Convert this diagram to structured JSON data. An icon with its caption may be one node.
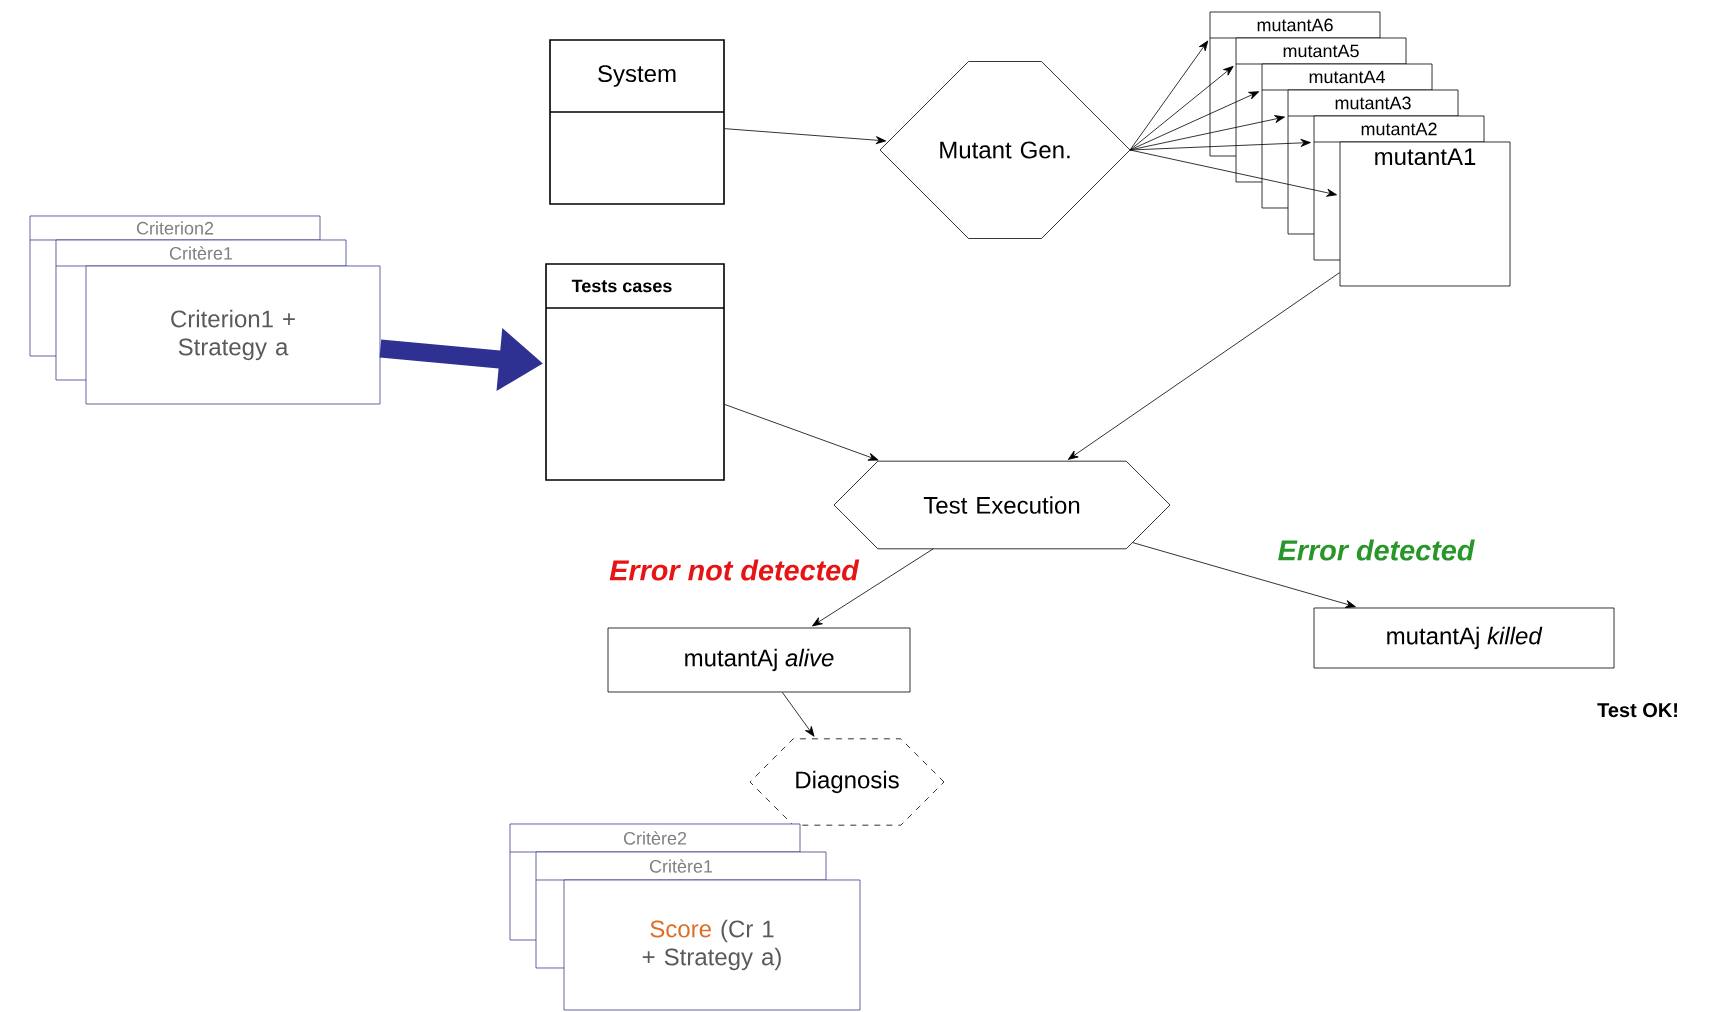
{
  "diagram": {
    "nodes": [
      {
        "text": [
          "System"
        ]
      },
      {
        "text": [
          "Mutant Gen."
        ]
      },
      {
        "text": [
          "mutantA6"
        ]
      },
      {
        "text": [
          "mutantA5"
        ]
      },
      {
        "text": [
          "mutantA4"
        ]
      },
      {
        "text": [
          "mutantA3"
        ]
      },
      {
        "text": [
          "mutantA2"
        ]
      },
      {
        "text": [
          "mutantA1"
        ]
      },
      {
        "text": [
          "Criterion2"
        ]
      },
      {
        "text": [
          "Critère1"
        ]
      },
      {
        "text": [
          "Criterion1 + Strategy a"
        ]
      },
      {
        "text": [
          "Tests cases"
        ]
      },
      {
        "text": [
          "Test Execution"
        ]
      },
      {
        "text": [
          "mutantAj *alive*"
        ]
      },
      {
        "text": [
          "mutantAj *killed*"
        ],
        "beside": [
          "Test  OK!"
        ]
      },
      {
        "text": [
          "Diagnosis"
        ]
      },
      {
        "text": [
          "Critère2"
        ]
      },
      {
        "text": [
          "Critère1"
        ]
      },
      {
        "text": [
          "Score",
          "(Cr 1 + Strategy a)"
        ]
      }
    ],
    "edges": [
      {
        "from": 0,
        "to": 1,
        "arrow": "to"
      },
      {
        "from": 1,
        "to": 2,
        "arrow": "to"
      },
      {
        "from": 1,
        "to": 3,
        "arrow": "to"
      },
      {
        "from": 1,
        "to": 4,
        "arrow": "to"
      },
      {
        "from": 1,
        "to": 5,
        "arrow": "to"
      },
      {
        "from": 1,
        "to": 6,
        "arrow": "to"
      },
      {
        "from": 1,
        "to": 7,
        "arrow": "to"
      },
      {
        "from": 10,
        "to": 11,
        "arrow": "to",
        "style": "thick",
        "color": "#2e3192"
      },
      {
        "from": 11,
        "to": 12,
        "arrow": "to"
      },
      {
        "from": 7,
        "to": 12,
        "arrow": "to"
      },
      {
        "from": 12,
        "to": 13,
        "arrow": "to"
      },
      {
        "from": 12,
        "to": 14,
        "arrow": "to"
      },
      {
        "from": 13,
        "to": 15,
        "arrow": "to"
      }
    ],
    "labels": [
      "Error not detected",
      "Error detected"
    ]
  }
}
